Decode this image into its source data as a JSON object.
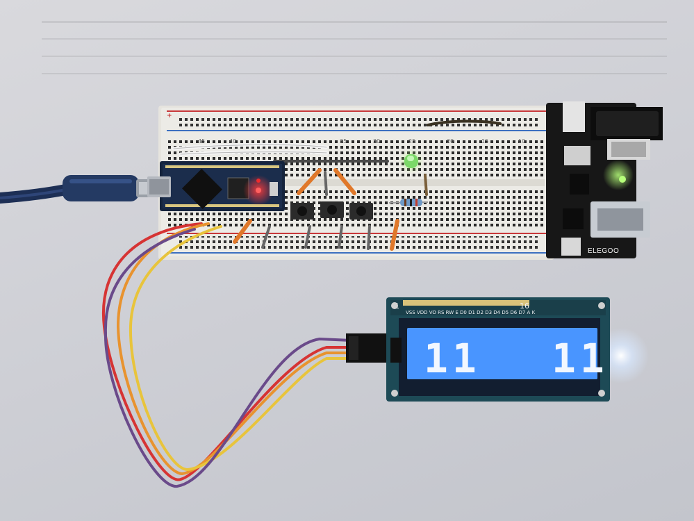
{
  "breadboard": {
    "power_plus_label": "+",
    "column_numbers": [
      "45",
      "40",
      "35",
      "30",
      "25",
      "20",
      "15",
      "10",
      "5",
      "1"
    ]
  },
  "power_module": {
    "brand": "ELEGOO"
  },
  "lcd": {
    "pin_header_labels": "VSS VDD VO RS RW E D0 D1 D2 D3 D4 D5 D6 D7 A K",
    "pin_start": "1",
    "pin_end": "16",
    "screen_left_text": "11",
    "screen_right_text": "11"
  },
  "colors": {
    "breadboard": "#ecebe6",
    "rail_red": "#c8383a",
    "rail_blue": "#3b6fc0",
    "lcd_pcb": "#1d4a56",
    "lcd_backlight": "#3d8dff",
    "arduino_pcb": "#15243d",
    "power_led": "#ff2a2a",
    "green_led": "#6ef05a",
    "usb_cable": "#243a63",
    "wire_red": "#d63434",
    "wire_orange": "#e8932f",
    "wire_yellow": "#e8c43c",
    "wire_purple": "#6a4a8a"
  }
}
